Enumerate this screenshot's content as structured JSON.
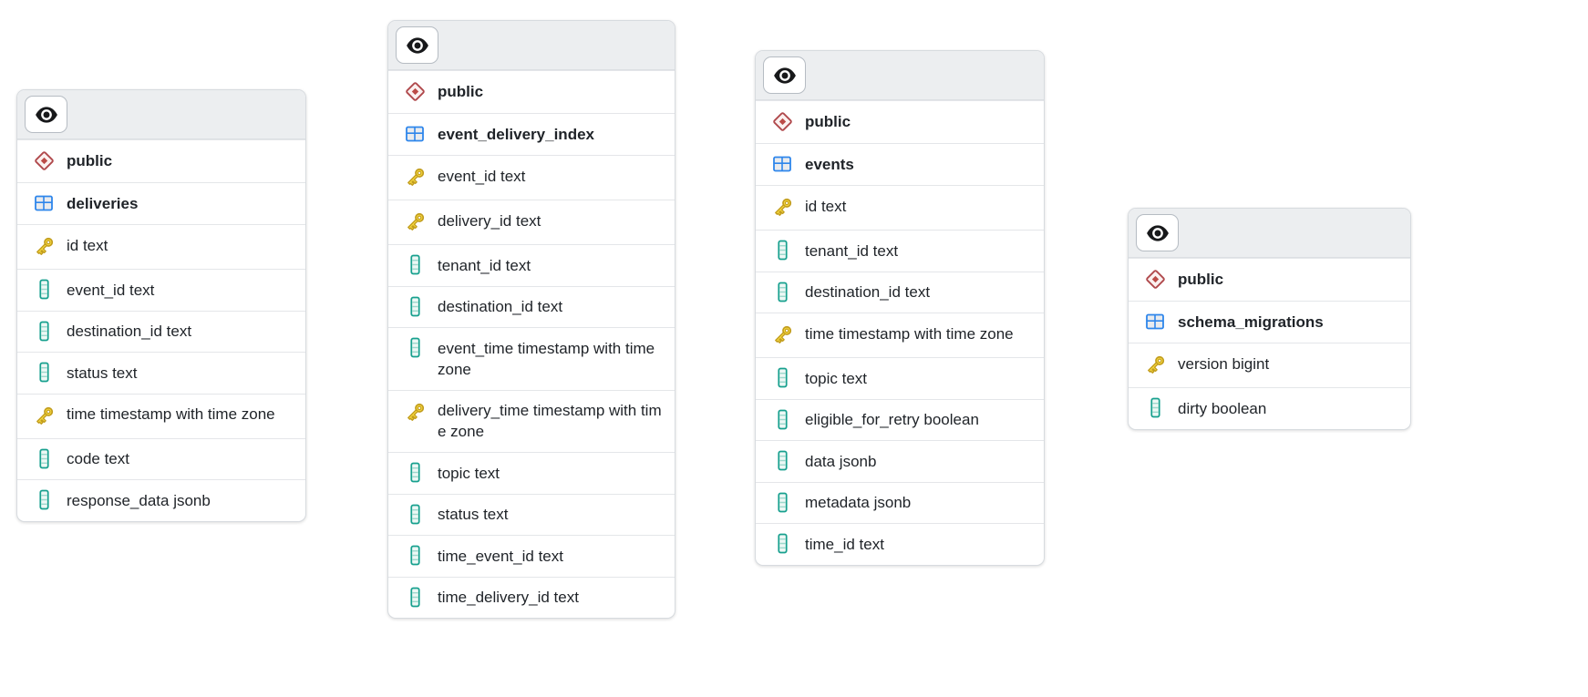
{
  "app": {
    "view": "database-schema-diagram",
    "schema_label": "public"
  },
  "colors": {
    "header_bg": "#ECEEF0",
    "card_border": "#D7DBDF",
    "row_divider": "#E4E6E9",
    "text": "#1F2328",
    "schema_icon_red": "#B0494C",
    "table_icon_blue": "#2E86EB",
    "key_icon_gold": "#F5D73E",
    "key_icon_outline": "#C29D1E",
    "column_icon_teal": "#17A08E",
    "eye_icon_black": "#17181A"
  },
  "icons": [
    "eye-icon",
    "schema-diamond-icon",
    "table-grid-icon",
    "primary-key-icon",
    "column-icon"
  ],
  "tables": [
    {
      "schema": "public",
      "name": "deliveries",
      "columns": [
        {
          "label": "id text",
          "icon": "key"
        },
        {
          "label": "event_id text",
          "icon": "column"
        },
        {
          "label": "destination_id text",
          "icon": "column"
        },
        {
          "label": "status text",
          "icon": "column"
        },
        {
          "label": "time timestamp with time zone",
          "icon": "key"
        },
        {
          "label": "code text",
          "icon": "column"
        },
        {
          "label": "response_data jsonb",
          "icon": "column"
        }
      ]
    },
    {
      "schema": "public",
      "name": "event_delivery_index",
      "columns": [
        {
          "label": "event_id text",
          "icon": "key"
        },
        {
          "label": "delivery_id text",
          "icon": "key"
        },
        {
          "label": "tenant_id text",
          "icon": "column"
        },
        {
          "label": "destination_id text",
          "icon": "column"
        },
        {
          "label": "event_time timestamp with time zone",
          "icon": "column"
        },
        {
          "label": "delivery_time timestamp with time zone",
          "icon": "key"
        },
        {
          "label": "topic text",
          "icon": "column"
        },
        {
          "label": "status text",
          "icon": "column"
        },
        {
          "label": "time_event_id text",
          "icon": "column"
        },
        {
          "label": "time_delivery_id text",
          "icon": "column"
        }
      ]
    },
    {
      "schema": "public",
      "name": "events",
      "columns": [
        {
          "label": "id text",
          "icon": "key"
        },
        {
          "label": "tenant_id text",
          "icon": "column"
        },
        {
          "label": "destination_id text",
          "icon": "column"
        },
        {
          "label": "time timestamp with time zone",
          "icon": "key"
        },
        {
          "label": "topic text",
          "icon": "column"
        },
        {
          "label": "eligible_for_retry boolean",
          "icon": "column"
        },
        {
          "label": "data jsonb",
          "icon": "column"
        },
        {
          "label": "metadata jsonb",
          "icon": "column"
        },
        {
          "label": "time_id text",
          "icon": "column"
        }
      ]
    },
    {
      "schema": "public",
      "name": "schema_migrations",
      "columns": [
        {
          "label": "version bigint",
          "icon": "key"
        },
        {
          "label": "dirty boolean",
          "icon": "column"
        }
      ]
    }
  ]
}
